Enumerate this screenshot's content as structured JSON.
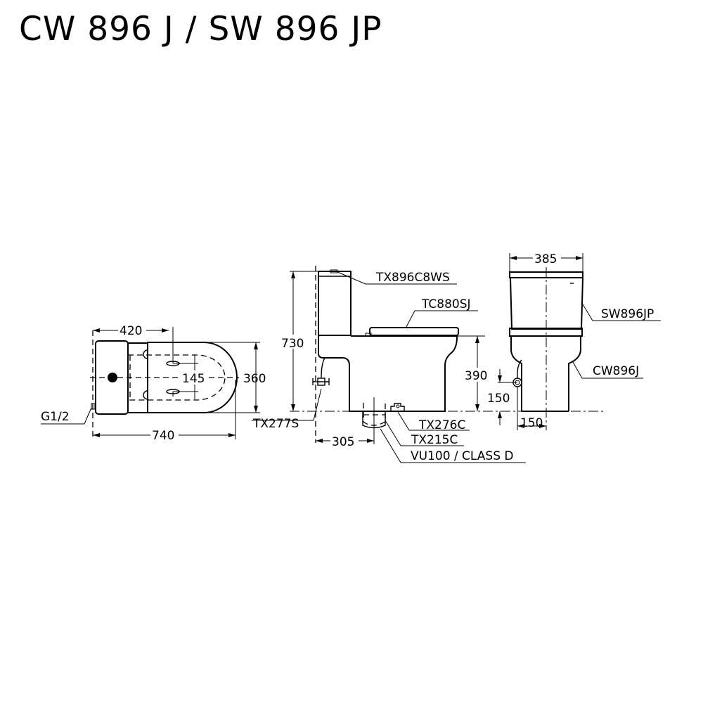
{
  "title": "CW 896 J / SW 896 JP",
  "plan_view": {
    "dim_tank_depth": "420",
    "dim_width": "360",
    "dim_seat_holes": "145",
    "dim_length": "740",
    "label_inlet": "G1/2"
  },
  "side_view": {
    "dim_height": "730",
    "dim_seat_height": "390",
    "dim_outlet": "305",
    "label_flush_button": "TX896C8WS",
    "label_seat": "TC880SJ",
    "label_stop_valve": "TX277S",
    "label_fixing": "TX276C",
    "label_flange": "TX215C",
    "label_pipe": "VU100 / CLASS D"
  },
  "front_view": {
    "dim_width": "385",
    "dim_inlet_height": "150",
    "dim_inlet_offset": "150",
    "label_tank": "SW896JP",
    "label_bowl": "CW896J"
  }
}
